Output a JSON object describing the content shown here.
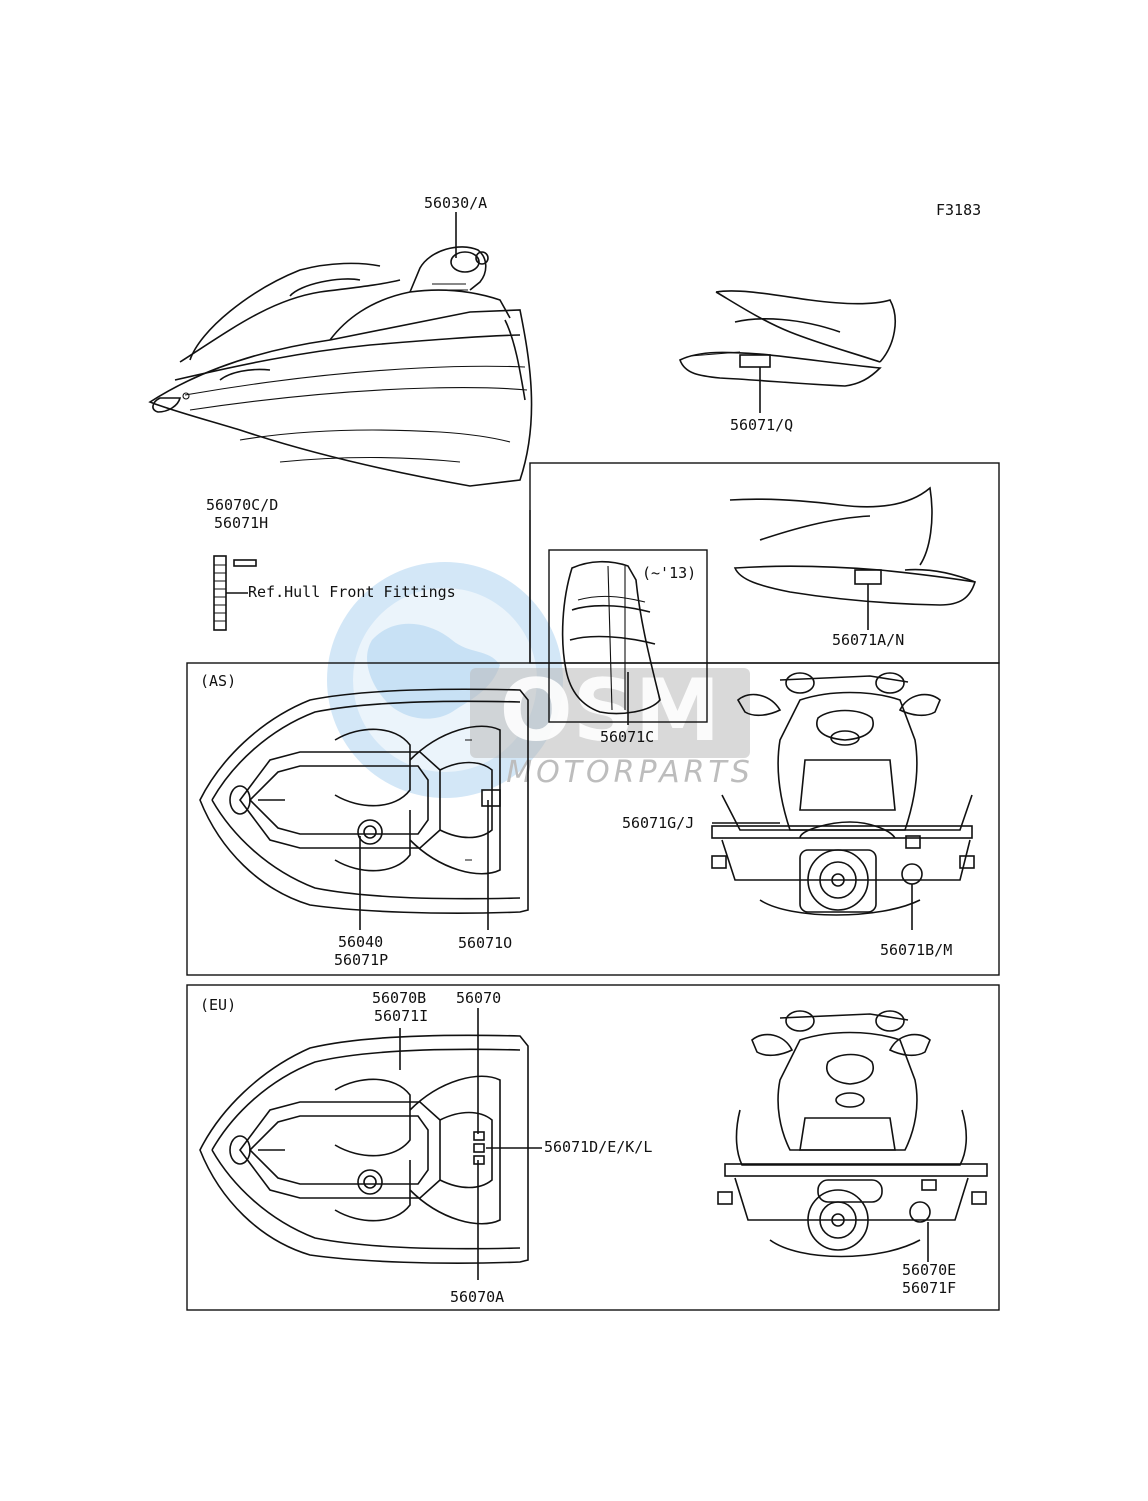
{
  "figure_id": "F3183",
  "watermark": {
    "brand": "OSM",
    "sub": "MOTORPARTS"
  },
  "labels": {
    "l_56030A": "56030/A",
    "l_56071Q": "56071/Q",
    "l_56070CD": "56070C/D",
    "l_56071H": "56071H",
    "l_ref_hull": "Ref.Hull Front Fittings",
    "l_13": "(~'13)",
    "l_56071C": "56071C",
    "l_56071AN": "56071A/N",
    "l_56071GJ": "56071G/J",
    "l_56071BM": "56071B/M",
    "l_56040": "56040",
    "l_56071P": "56071P",
    "l_56071O": "56071O",
    "l_56070B": "56070B",
    "l_56071I": "56071I",
    "l_56070": "56070",
    "l_56071DEKL": "56071D/E/K/L",
    "l_56070A": "56070A",
    "l_56070E": "56070E",
    "l_56071F": "56071F"
  },
  "regions": {
    "as": "(AS)",
    "eu": "(EU)"
  }
}
